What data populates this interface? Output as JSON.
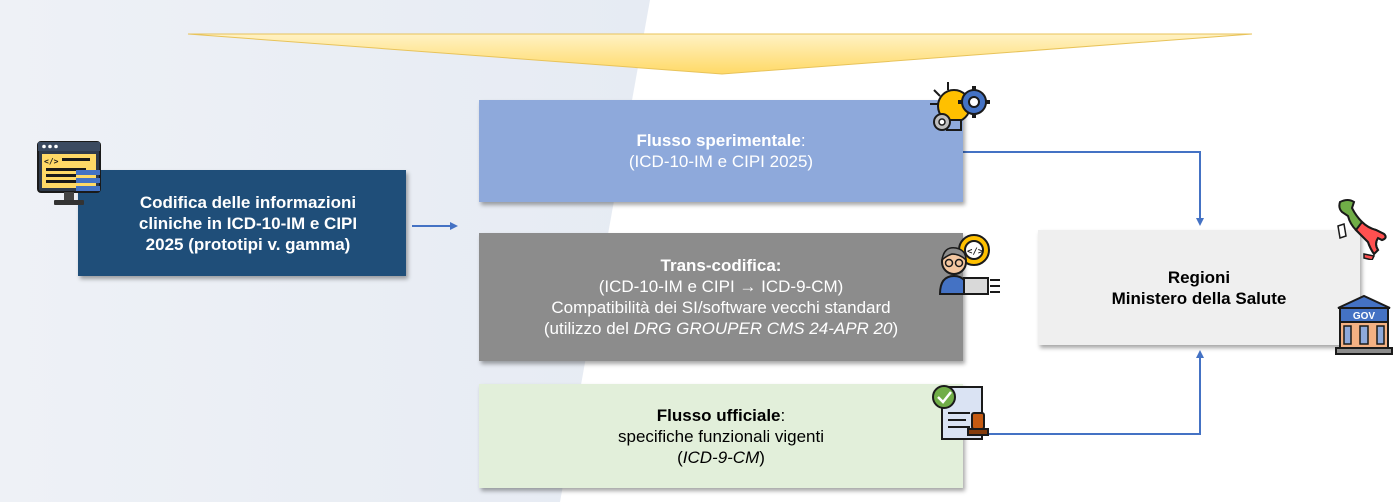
{
  "input_box": {
    "lines": [
      "Codifica delle informazioni",
      "cliniche in ICD-10-IM e CIPI",
      "2025 (prototipi v. gamma)"
    ]
  },
  "experimental_box": {
    "title": "Flusso sperimentale",
    "title_suffix": ":",
    "subtitle": "(ICD-10-IM e CIPI 2025)"
  },
  "transcoding_box": {
    "title": "Trans-codifica:",
    "line1": "(ICD-10-IM e CIPI → ICD-9-CM)",
    "line2": "Compatibilità dei SI/software vecchi standard",
    "line3_prefix": "(utilizzo del ",
    "line3_italic": "DRG GROUPER CMS 24-APR 20",
    "line3_suffix": ")"
  },
  "official_box": {
    "title": "Flusso ufficiale",
    "title_suffix": ":",
    "line1": "specifiche funzionali vigenti",
    "line2_prefix": "(",
    "line2_italic": "ICD-9-CM",
    "line2_suffix": ")"
  },
  "target_box": {
    "line1": "Regioni",
    "line2": "Ministero della Salute"
  },
  "gov_icon_label": "GOV",
  "colors": {
    "input_box": "#1f4e79",
    "experimental_box": "#8ea9db",
    "transcoding_box": "#8c8c8c",
    "official_box": "#e2efda",
    "target_box": "#efefef",
    "arrow": "#4472c4",
    "banner": "#ffd966"
  }
}
